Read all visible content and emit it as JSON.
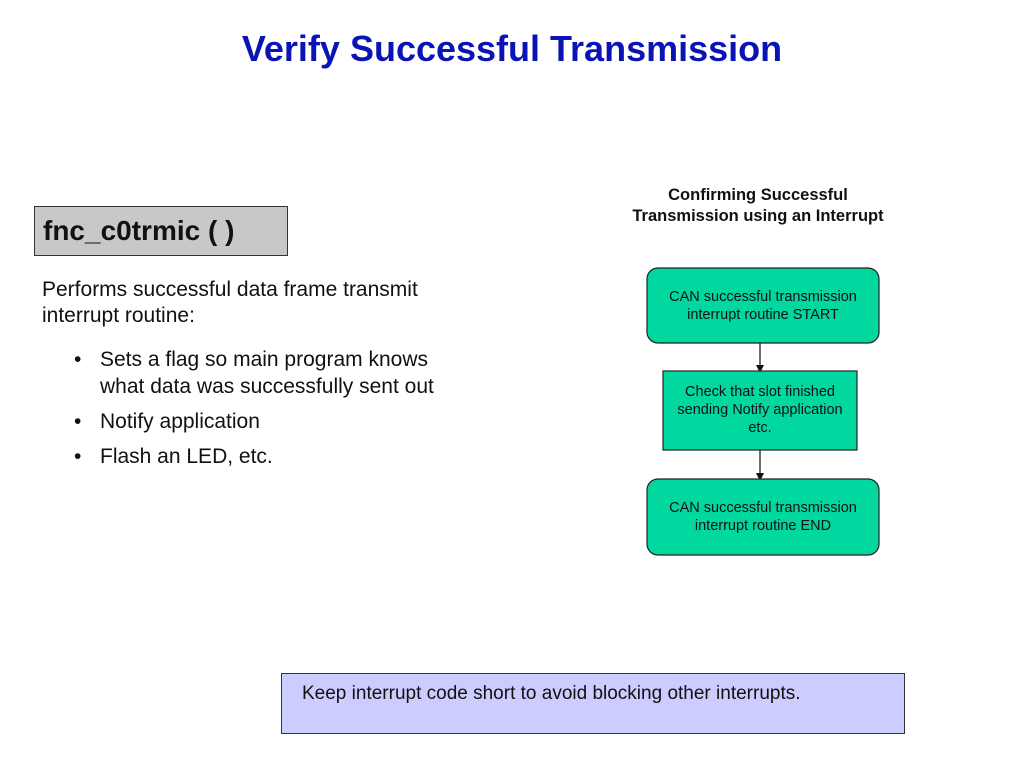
{
  "slide": {
    "title": "Verify Successful Transmission"
  },
  "left": {
    "function_name": "fnc_c0trmic ( )",
    "intro": "Performs successful data frame transmit interrupt routine:",
    "bullet_glyph": "•",
    "bullets": [
      "Sets a flag so main program knows what data was successfully sent out",
      "Notify application",
      "Flash an LED, etc."
    ]
  },
  "diagram": {
    "title": "Confirming Successful Transmission using an Interrupt",
    "nodes": [
      {
        "label": "CAN successful transmission interrupt routine START",
        "shape": "rounded"
      },
      {
        "label": "Check that slot finished sending Notify application etc.",
        "shape": "rect"
      },
      {
        "label": "CAN successful transmission interrupt routine END",
        "shape": "rounded"
      }
    ],
    "node_fill": "#00d8a0"
  },
  "note": {
    "text": "Keep interrupt code short to avoid blocking other interrupts."
  },
  "colors": {
    "title": "#0a14b4",
    "function_box": "#c8c8c8",
    "note_box": "#ccccff"
  }
}
